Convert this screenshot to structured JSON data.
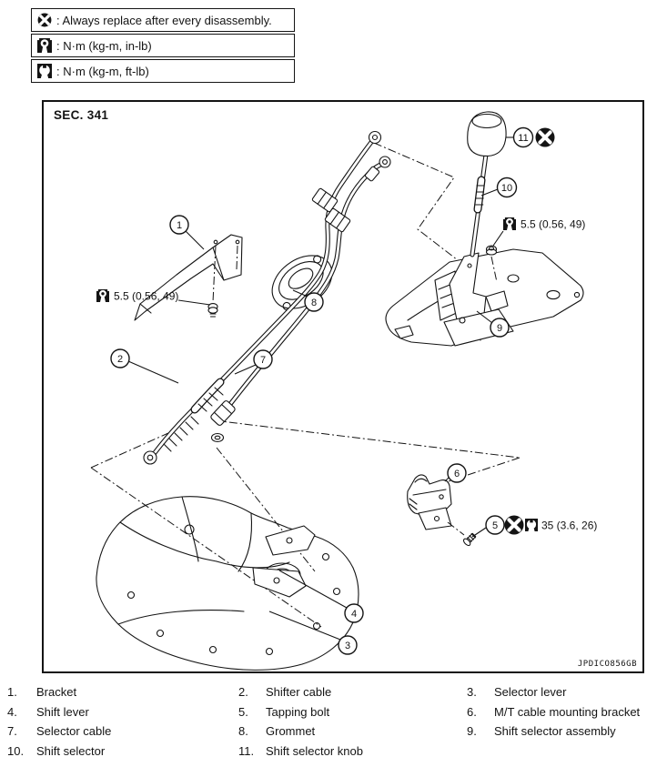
{
  "legend": {
    "items": [
      {
        "icon": "replace-icon",
        "text": ": Always replace after every disassembly."
      },
      {
        "icon": "torque-in-lb-icon",
        "text": ": N·m (kg-m, in-lb)"
      },
      {
        "icon": "torque-ft-lb-icon",
        "text": ": N·m (kg-m, ft-lb)"
      }
    ]
  },
  "diagram": {
    "section_label": "SEC. 341",
    "figure_code": "JPDICO856GB",
    "callouts": [
      "1",
      "2",
      "3",
      "4",
      "5",
      "6",
      "7",
      "8",
      "9",
      "10",
      "11"
    ],
    "torques": {
      "bracket_bolt": "5.5 (0.56, 49)",
      "shift_selector_nut": "5.5 (0.56, 49)",
      "tapping_bolt": "35 (3.6, 26)"
    }
  },
  "parts_list": {
    "columns": [
      [
        {
          "num": "1.",
          "name": "Bracket"
        },
        {
          "num": "4.",
          "name": "Shift lever"
        },
        {
          "num": "7.",
          "name": "Selector cable"
        },
        {
          "num": "10.",
          "name": "Shift selector"
        }
      ],
      [
        {
          "num": "2.",
          "name": "Shifter cable"
        },
        {
          "num": "5.",
          "name": "Tapping bolt"
        },
        {
          "num": "8.",
          "name": "Grommet"
        },
        {
          "num": "11.",
          "name": "Shift selector knob"
        }
      ],
      [
        {
          "num": "3.",
          "name": "Selector lever"
        },
        {
          "num": "6.",
          "name": "M/T cable mounting bracket"
        },
        {
          "num": "9.",
          "name": "Shift selector assembly"
        }
      ]
    ]
  }
}
